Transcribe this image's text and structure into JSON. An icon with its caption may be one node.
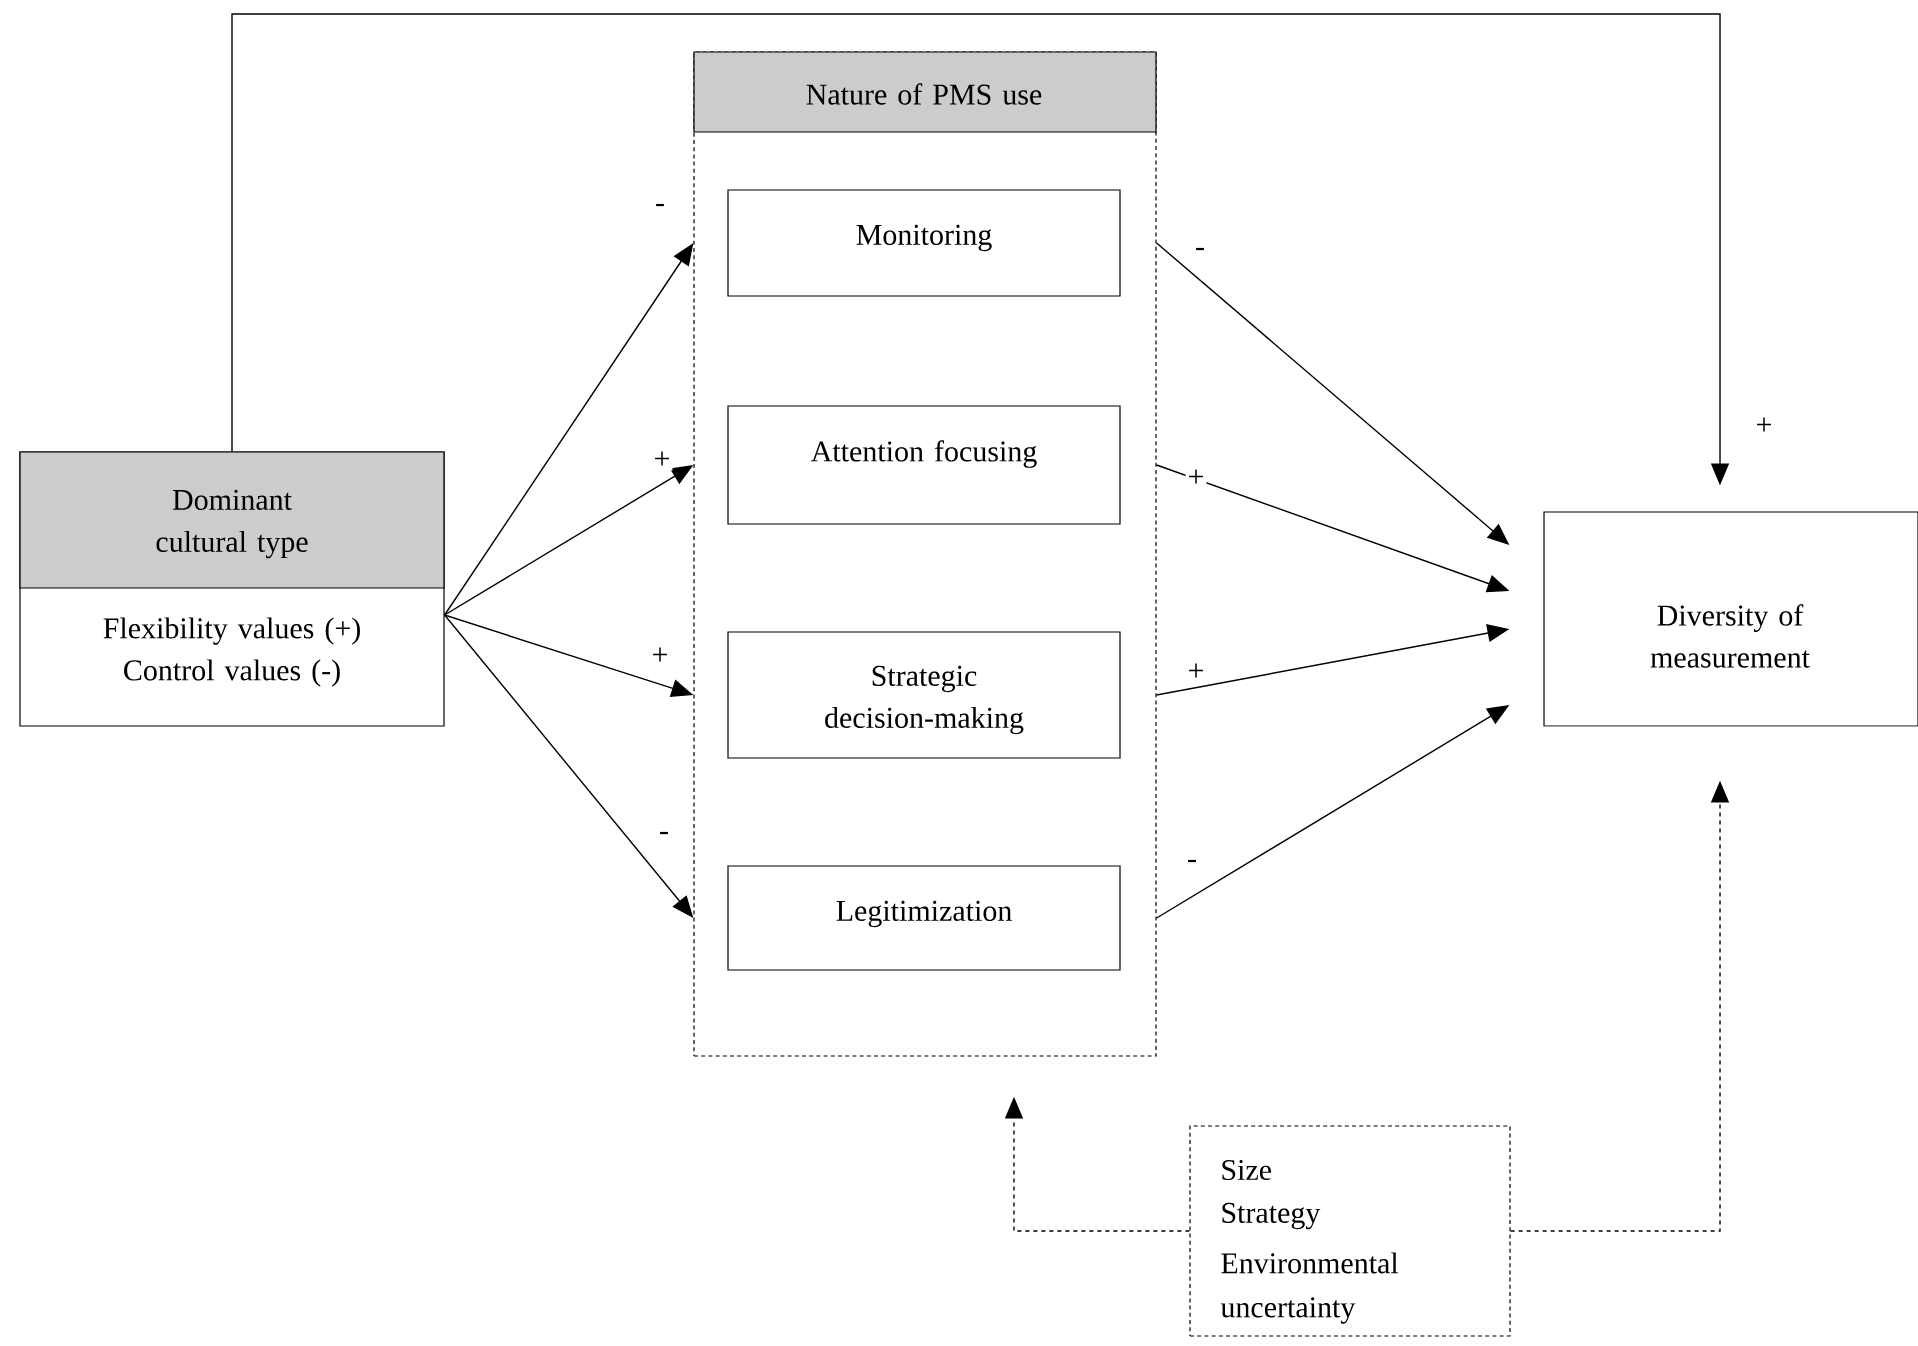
{
  "diagram": {
    "nodes": [
      {
        "text": [
          "Dominant cultural type",
          "Flexibility values (+) Control values (-)"
        ]
      },
      {
        "text": [
          "Nature of  PMS use"
        ]
      },
      {
        "text": [
          "Monitoring"
        ],
        "in": 1
      },
      {
        "text": [
          "Attention focusing"
        ],
        "in": 1
      },
      {
        "text": [
          "Strategic decision-making"
        ],
        "in": 1
      },
      {
        "text": [
          "Legitimization"
        ],
        "in": 1
      },
      {
        "text": [
          "Diversity of measurement"
        ]
      },
      {
        "text": [
          "Size",
          "Strategy",
          "Environmental uncertainty"
        ]
      }
    ],
    "edges": [
      {
        "from": 0,
        "to": 2,
        "arrow": "to",
        "label": "-"
      },
      {
        "from": 0,
        "to": 3,
        "arrow": "to",
        "label": "+"
      },
      {
        "from": 0,
        "to": 4,
        "arrow": "to",
        "label": "+"
      },
      {
        "from": 0,
        "to": 5,
        "arrow": "to",
        "label": "-"
      },
      {
        "from": 2,
        "to": 6,
        "arrow": "to",
        "label": "-"
      },
      {
        "from": 3,
        "to": 6,
        "arrow": "to",
        "label": "+"
      },
      {
        "from": 4,
        "to": 6,
        "arrow": "to",
        "label": "+"
      },
      {
        "from": 5,
        "to": 6,
        "arrow": "to",
        "label": "-"
      },
      {
        "from": 0,
        "to": 6,
        "arrow": "to",
        "label": "+"
      },
      {
        "from": 7,
        "to": 1,
        "arrow": "to",
        "style": "dashed"
      },
      {
        "from": 7,
        "to": 6,
        "arrow": "to",
        "style": "dashed"
      }
    ]
  }
}
